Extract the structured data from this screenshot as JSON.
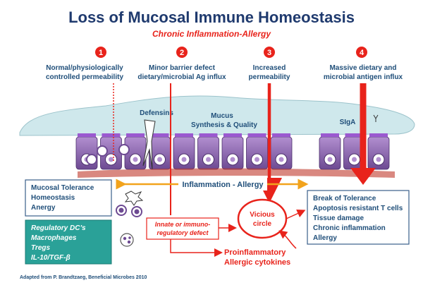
{
  "title": "Loss of Mucosal Immune Homeostasis",
  "subtitle": "Chronic Inflammation-Allergy",
  "steps": [
    {
      "number": "1",
      "lines": [
        "Normal/physiologically",
        "controlled permeability"
      ]
    },
    {
      "number": "2",
      "lines": [
        "Minor barrier defect",
        "dietary/microbial Ag influx"
      ]
    },
    {
      "number": "3",
      "lines": [
        "Increased",
        "permeability"
      ]
    },
    {
      "number": "4",
      "lines": [
        "Massive dietary and",
        "microbial antigen influx"
      ]
    }
  ],
  "mucus_labels": {
    "defensins": "Defensins",
    "mucus_line1": "Mucus",
    "mucus_line2": "Synthesis & Quality",
    "siga": "SIgA"
  },
  "inflammation_label": "Inflammation - Allergy",
  "tolerance_box": [
    "Mucosal Tolerance",
    "Homeostasis",
    "Anergy"
  ],
  "regulatory_box": [
    "Regulatory DC’s",
    "Macrophages",
    "Tregs",
    "IL-10/TGF-β"
  ],
  "innate_box": [
    "Innate or immuno-",
    "regulatory defect"
  ],
  "vicious_circle": [
    "Vicious",
    "circle"
  ],
  "proinflammatory": [
    "Proinflammatory",
    "Allergic cytokines"
  ],
  "break_box": [
    "Break of Tolerance",
    "Apoptosis resistant T cells",
    "Tissue damage",
    "Chronic inflammation",
    "Allergy"
  ],
  "footer": "Adapted from P. Brandtzaeg, Beneficial Microbes 2010",
  "colors": {
    "title": "#1f3a6e",
    "accent_red": "#e8231b",
    "text_blue": "#1f4e79",
    "teal_box": "#2aa198",
    "orange_arrow": "#f2a31c",
    "mucus": "#cfe8ec",
    "cell": "#8e6ab0"
  }
}
